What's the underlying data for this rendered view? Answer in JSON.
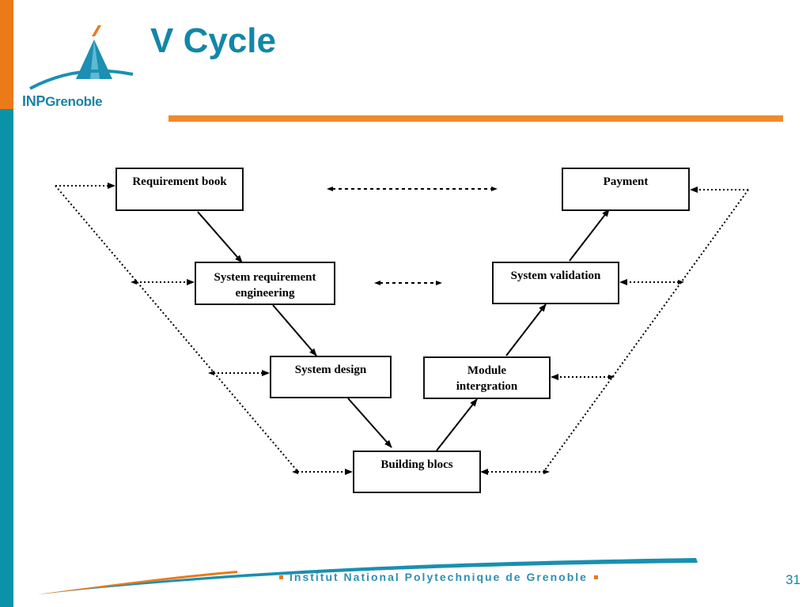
{
  "slide": {
    "title": "V Cycle",
    "page_number": "31",
    "footer": "Institut National Polytechnique de Grenoble"
  },
  "logo": {
    "prefix": "INP",
    "suffix": "Grenoble"
  },
  "diagram": {
    "boxes": {
      "requirement_book": "Requirement book",
      "system_requirement": "System requirement engineering",
      "system_design": "System design",
      "building_blocs": "Building blocs",
      "module_integration": "Module intergration",
      "system_validation": "System validation",
      "payment": "Payment"
    }
  },
  "colors": {
    "brand_teal": "#1286a8",
    "brand_orange": "#ea7a1a",
    "rule_orange": "#f08a2a"
  }
}
